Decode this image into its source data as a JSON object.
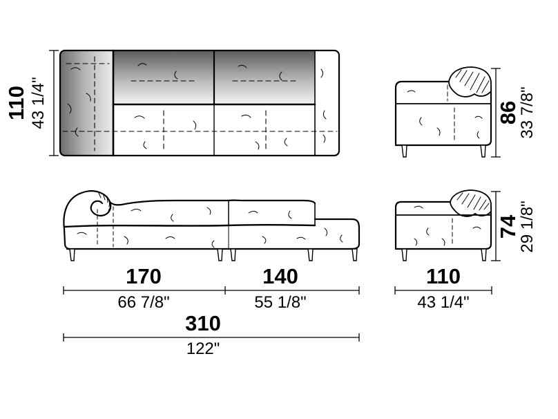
{
  "page": {
    "background": "#ffffff",
    "line_color": "#000000"
  },
  "views": {
    "plan": {
      "depth_cm": "110",
      "depth_in": "43 1/4\""
    },
    "back": {
      "height_cm": "86",
      "height_in": "33 7/8\""
    },
    "front": {
      "left_module_cm": "170",
      "left_module_in": "66 7/8\"",
      "right_module_cm": "140",
      "right_module_in": "55 1/8\"",
      "total_cm": "310",
      "total_in": "122\""
    },
    "side": {
      "height_cm": "74",
      "height_in": "29 1/8\"",
      "depth_cm": "110",
      "depth_in": "43 1/4\""
    }
  }
}
